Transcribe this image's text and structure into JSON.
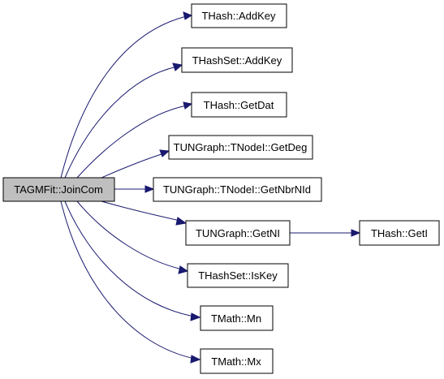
{
  "graph": {
    "root": {
      "id": "root",
      "label": "TAGMFit::JoinCom"
    },
    "nodes": [
      {
        "id": "n1",
        "label": "THash::AddKey"
      },
      {
        "id": "n2",
        "label": "THashSet::AddKey"
      },
      {
        "id": "n3",
        "label": "THash::GetDat"
      },
      {
        "id": "n4",
        "label": "TUNGraph::TNodeI::GetDeg"
      },
      {
        "id": "n5",
        "label": "TUNGraph::TNodeI::GetNbrNId"
      },
      {
        "id": "n6",
        "label": "TUNGraph::GetNI"
      },
      {
        "id": "n7",
        "label": "THash::GetI"
      },
      {
        "id": "n8",
        "label": "THashSet::IsKey"
      },
      {
        "id": "n9",
        "label": "TMath::Mn"
      },
      {
        "id": "n10",
        "label": "TMath::Mx"
      }
    ],
    "edges": [
      {
        "from": "root",
        "to": "n1"
      },
      {
        "from": "root",
        "to": "n2"
      },
      {
        "from": "root",
        "to": "n3"
      },
      {
        "from": "root",
        "to": "n4"
      },
      {
        "from": "root",
        "to": "n5"
      },
      {
        "from": "root",
        "to": "n6"
      },
      {
        "from": "n6",
        "to": "n7"
      },
      {
        "from": "root",
        "to": "n8"
      },
      {
        "from": "root",
        "to": "n9"
      },
      {
        "from": "root",
        "to": "n10"
      }
    ],
    "colors": {
      "edge": "#191970",
      "root_fill": "#bfbfbf",
      "node_fill": "#ffffff",
      "border": "#000000"
    }
  }
}
